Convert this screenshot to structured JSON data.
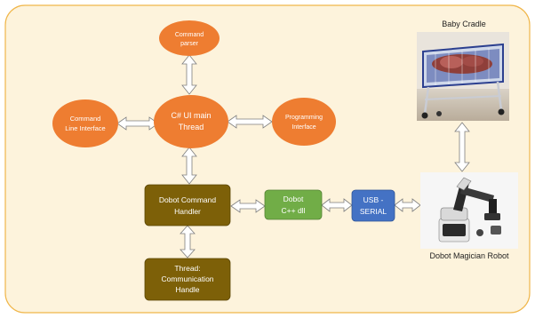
{
  "nodes": {
    "command_parser": {
      "line1": "Command",
      "line2": "parser"
    },
    "cli": {
      "line1": "Command",
      "line2": "Line Interface"
    },
    "ui_main": {
      "line1": "C#  UI main",
      "line2": "Thread"
    },
    "programming": {
      "line1": "Programming",
      "line2": "Interface"
    },
    "dobot_handler": {
      "line1": "Dobot Command",
      "line2": "Handler"
    },
    "thread_comm": {
      "line1": "Thread:",
      "line2": "Communication",
      "line3": "Handle"
    },
    "dobot_dll": {
      "line1": "Dobot",
      "line2": "C++ dll"
    },
    "usb_serial": {
      "line1": "USB -",
      "line2": "SERIAL"
    }
  },
  "captions": {
    "baby_cradle": "Baby Cradle",
    "robot": "Dobot Magician Robot"
  },
  "colors": {
    "background": "#fdf3dc",
    "border": "#f0b64a",
    "ellipse": "#ee7d31",
    "handler_box": "#7d6008",
    "dll_box": "#71ad47",
    "usb_box": "#4472c4",
    "arrow_fill": "#ffffff",
    "arrow_stroke": "#7f7f7f"
  }
}
